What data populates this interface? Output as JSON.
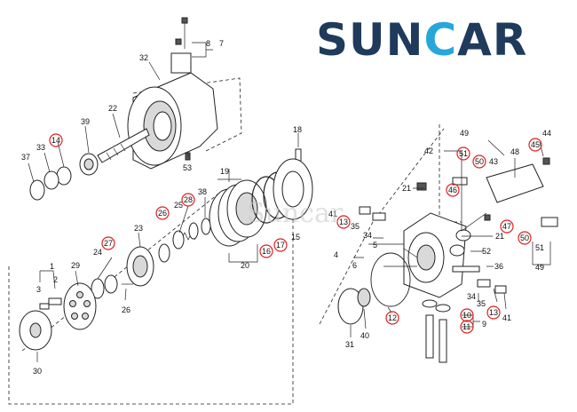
{
  "logo": {
    "text": "SUNCAR",
    "primary_color": "#1f3b5c",
    "accent_color": "#27a7d9"
  },
  "watermark": {
    "text": "Suncar"
  },
  "highlight_color": "#e02020",
  "callouts": [
    {
      "id": "c1",
      "label": "1",
      "highlighted": false
    },
    {
      "id": "c2",
      "label": "2",
      "highlighted": false
    },
    {
      "id": "c3",
      "label": "3",
      "highlighted": false
    },
    {
      "id": "c4",
      "label": "4",
      "highlighted": false
    },
    {
      "id": "c5",
      "label": "5",
      "highlighted": false
    },
    {
      "id": "c6",
      "label": "6",
      "highlighted": false
    },
    {
      "id": "c7",
      "label": "7",
      "highlighted": false
    },
    {
      "id": "c8",
      "label": "8",
      "highlighted": false
    },
    {
      "id": "c9",
      "label": "9",
      "highlighted": false
    },
    {
      "id": "c10",
      "label": "10",
      "highlighted": true
    },
    {
      "id": "c11",
      "label": "11",
      "highlighted": true
    },
    {
      "id": "c12",
      "label": "12",
      "highlighted": true
    },
    {
      "id": "c13a",
      "label": "13",
      "highlighted": true
    },
    {
      "id": "c13b",
      "label": "13",
      "highlighted": true
    },
    {
      "id": "c14",
      "label": "14",
      "highlighted": true
    },
    {
      "id": "c15",
      "label": "15",
      "highlighted": false
    },
    {
      "id": "c16",
      "label": "16",
      "highlighted": true
    },
    {
      "id": "c17",
      "label": "17",
      "highlighted": true
    },
    {
      "id": "c18",
      "label": "18",
      "highlighted": false
    },
    {
      "id": "c19",
      "label": "19",
      "highlighted": false
    },
    {
      "id": "c20",
      "label": "20",
      "highlighted": false
    },
    {
      "id": "c21a",
      "label": "21",
      "highlighted": false
    },
    {
      "id": "c21b",
      "label": "21",
      "highlighted": false
    },
    {
      "id": "c22",
      "label": "22",
      "highlighted": false
    },
    {
      "id": "c23",
      "label": "23",
      "highlighted": false
    },
    {
      "id": "c24",
      "label": "24",
      "highlighted": false
    },
    {
      "id": "c25",
      "label": "25",
      "highlighted": false
    },
    {
      "id": "c26a",
      "label": "26",
      "highlighted": true
    },
    {
      "id": "c26b",
      "label": "26",
      "highlighted": false
    },
    {
      "id": "c27",
      "label": "27",
      "highlighted": true
    },
    {
      "id": "c28",
      "label": "28",
      "highlighted": true
    },
    {
      "id": "c29",
      "label": "29",
      "highlighted": false
    },
    {
      "id": "c30",
      "label": "30",
      "highlighted": false
    },
    {
      "id": "c31",
      "label": "31",
      "highlighted": false
    },
    {
      "id": "c32",
      "label": "32",
      "highlighted": false
    },
    {
      "id": "c33",
      "label": "33",
      "highlighted": false
    },
    {
      "id": "c34a",
      "label": "34",
      "highlighted": false
    },
    {
      "id": "c34b",
      "label": "34",
      "highlighted": false
    },
    {
      "id": "c35a",
      "label": "35",
      "highlighted": false
    },
    {
      "id": "c35b",
      "label": "35",
      "highlighted": false
    },
    {
      "id": "c36",
      "label": "36",
      "highlighted": false
    },
    {
      "id": "c37",
      "label": "37",
      "highlighted": false
    },
    {
      "id": "c38",
      "label": "38",
      "highlighted": false
    },
    {
      "id": "c39",
      "label": "39",
      "highlighted": false
    },
    {
      "id": "c40",
      "label": "40",
      "highlighted": false
    },
    {
      "id": "c41a",
      "label": "41",
      "highlighted": false
    },
    {
      "id": "c41b",
      "label": "41",
      "highlighted": false
    },
    {
      "id": "c42",
      "label": "42",
      "highlighted": false
    },
    {
      "id": "c43",
      "label": "43",
      "highlighted": false
    },
    {
      "id": "c44",
      "label": "44",
      "highlighted": false
    },
    {
      "id": "c45",
      "label": "45",
      "highlighted": true
    },
    {
      "id": "c46",
      "label": "46",
      "highlighted": true
    },
    {
      "id": "c47",
      "label": "47",
      "highlighted": true
    },
    {
      "id": "c48",
      "label": "48",
      "highlighted": false
    },
    {
      "id": "c49a",
      "label": "49",
      "highlighted": false
    },
    {
      "id": "c49b",
      "label": "49",
      "highlighted": false
    },
    {
      "id": "c50a",
      "label": "50",
      "highlighted": true
    },
    {
      "id": "c50b",
      "label": "50",
      "highlighted": true
    },
    {
      "id": "c51a",
      "label": "51",
      "highlighted": true
    },
    {
      "id": "c51b",
      "label": "51",
      "highlighted": false
    },
    {
      "id": "c52",
      "label": "52",
      "highlighted": false
    },
    {
      "id": "c53",
      "label": "53",
      "highlighted": false
    }
  ]
}
